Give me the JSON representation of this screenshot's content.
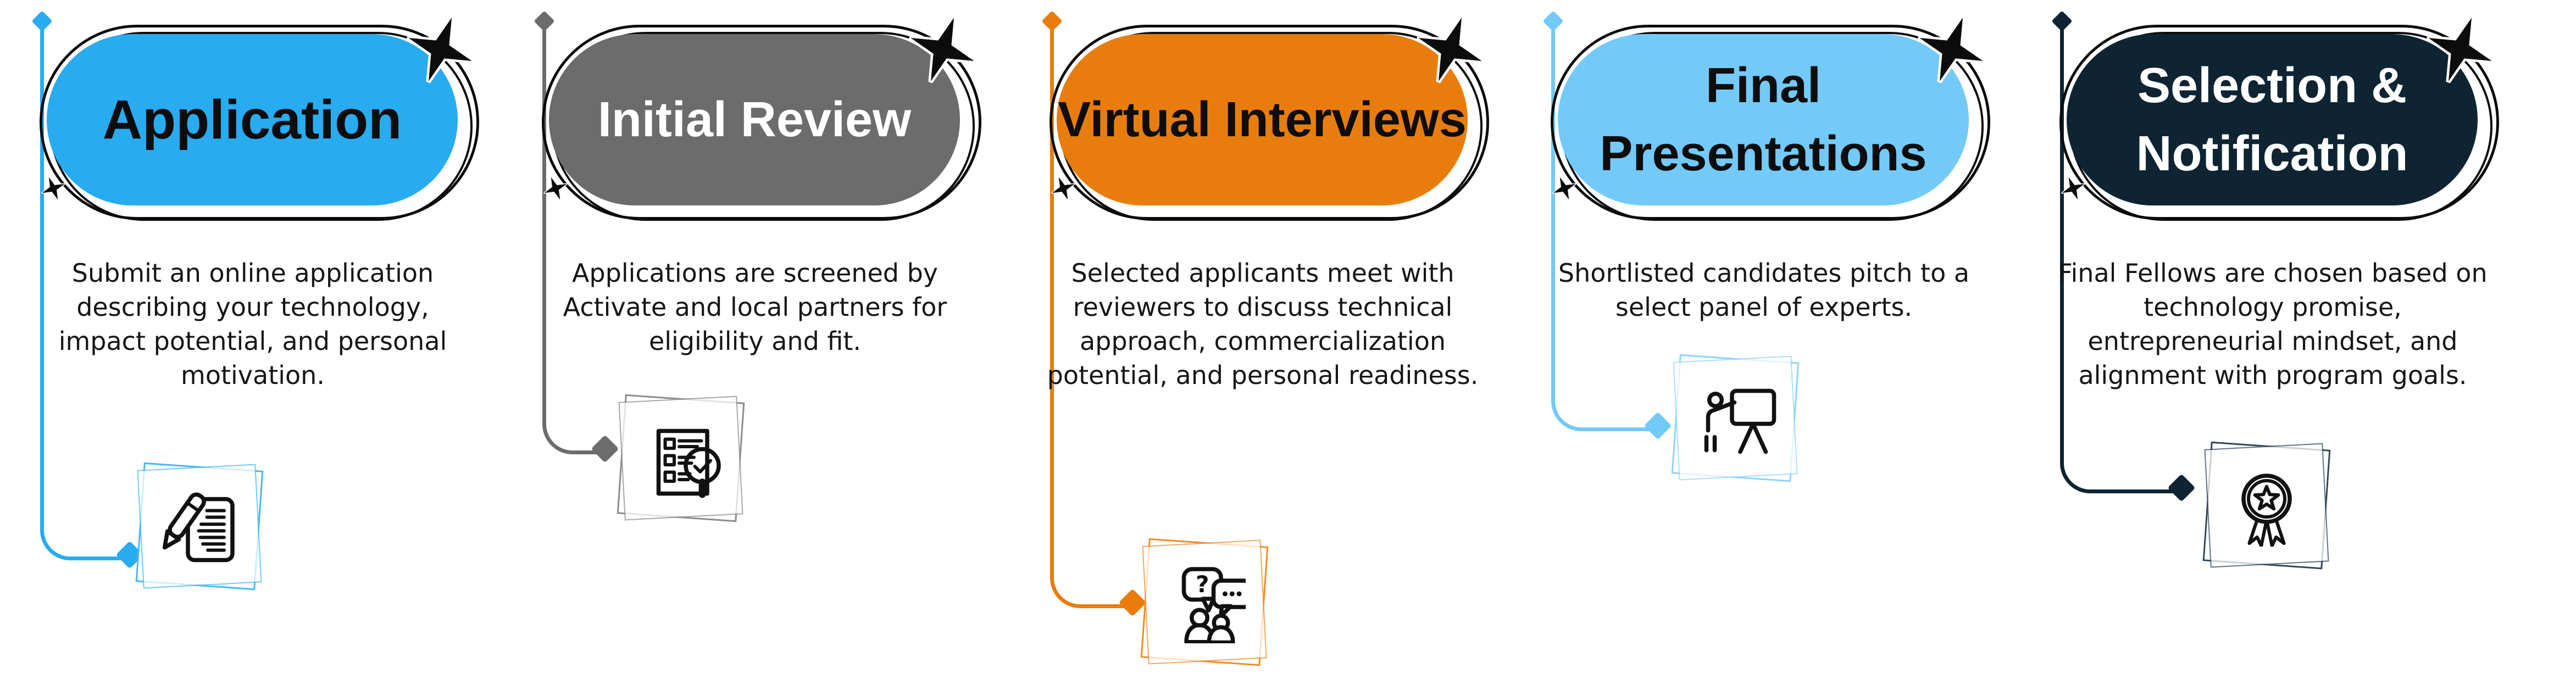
{
  "figure": {
    "type": "process-infographic",
    "background": "#FFFFFF",
    "step_count": 5
  },
  "steps": [
    {
      "title": "Application",
      "description": "Submit an online application describing your technology, impact potential, and personal motivation.",
      "accent": "#29ABF0",
      "fill": "#29ABF0",
      "ink": "#0D0D0D",
      "frame": "#45B9F5",
      "icon": "pencil-document-icon"
    },
    {
      "title": "Initial Review",
      "description": "Applications are screened by Activate and local partners for eligibility and fit.",
      "accent": "#6C6C6C",
      "fill": "#6C6C6C",
      "ink": "#FFFFFF",
      "frame": "#8C8C8C",
      "icon": "checklist-magnifier-icon"
    },
    {
      "title": "Virtual Interviews",
      "description": "Selected applicants meet with reviewers to discuss technical approach, commercialization potential, and personal readiness.",
      "accent": "#E87D0E",
      "fill": "#E87D0E",
      "ink": "#0D0D0D",
      "frame": "#EF8C26",
      "icon": "chat-people-icon",
      "question_glyph": "?"
    },
    {
      "title": "Final Presentations",
      "description": "Shortlisted candidates pitch to a select panel of experts.",
      "accent": "#73CAF8",
      "fill": "#73CAF8",
      "ink": "#0D0D0D",
      "frame": "#8FD4FA",
      "icon": "presentation-board-icon"
    },
    {
      "title": "Selection & Notification",
      "description": "Final Fellows are chosen based on technology promise, entrepreneurial mindset, and alignment with program goals.",
      "accent": "#0E2433",
      "fill": "#0E2433",
      "ink": "#FFFFFF",
      "frame": "#31485A",
      "icon": "award-ribbon-icon"
    }
  ]
}
